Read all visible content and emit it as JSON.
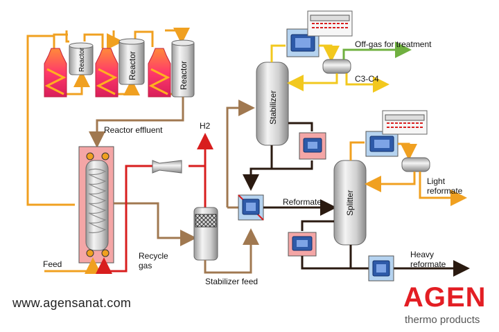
{
  "labels": {
    "reactor1": "Reactor",
    "reactor2": "Reactor",
    "reactor3": "Reactor",
    "reactor_effluent": "Reactor effluent",
    "h2": "H2",
    "feed": "Feed",
    "recycle_gas": "Recycle\ngas",
    "recycle_gas_line1": "Recycle",
    "recycle_gas_line2": "gas",
    "stabilizer": "Stabilizer",
    "stabilizer_feed": "Stabilizer feed",
    "off_gas": "Off-gas for treatment",
    "c3c4": "C3-C4",
    "reformate": "Reformate",
    "splitter": "Splitter",
    "light_reformate_line1": "Light",
    "light_reformate_line2": "reformate",
    "heavy_reformate_line1": "Heavy",
    "heavy_reformate_line2": "reformate"
  },
  "footer": {
    "website": "www.agensanat.com",
    "brand": "AGEN",
    "tagline": "thermo products"
  },
  "colors": {
    "orange_line": "#f0a020",
    "brown_line": "#a07850",
    "red_line": "#d81e1e",
    "dark_line": "#2a1a10",
    "green_line": "#70b040",
    "yellow_line": "#f2c81e",
    "brand_red": "#e31e24"
  }
}
